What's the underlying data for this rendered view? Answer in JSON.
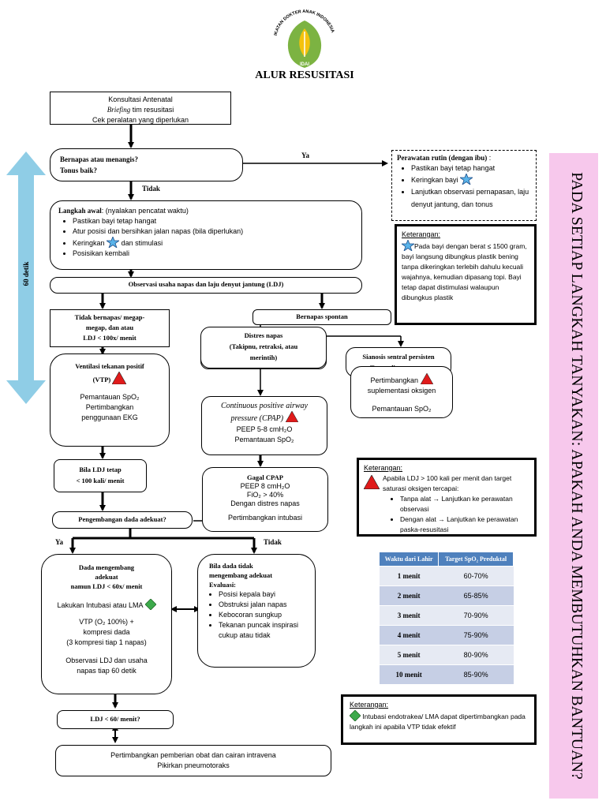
{
  "header": {
    "logo_text": "IKATAN DOKTER ANAK INDONESIA",
    "logo_abbr": "IDAI",
    "title": "ALUR RESUSITASI"
  },
  "side_arrow_label": "60 detik",
  "right_banner": "PADA SETIAP LANGKAH TANYAKAN: APAKAH ANDA MEMBUTUHKAN BANTUAN?",
  "boxes": {
    "antenatal": {
      "line1": "Konsultasi Antenatal",
      "line2_italic": "Briefing",
      "line2_rest": " tim resusitasi",
      "line3": "Cek peralatan yang diperlukan"
    },
    "bernapas": {
      "line1": "Bernapas atau menangis?",
      "line2": "Tonus baik?"
    },
    "ya_label": "Ya",
    "tidak_label": "Tidak",
    "rutin": {
      "title": "Perawatan rutin (dengan ibu)",
      "title_suffix": " :",
      "items": [
        "Pastikan bayi tetap hangat",
        "Keringkan bayi",
        "Lanjutkan observasi pernapasan, laju denyut jantung, dan tonus"
      ]
    },
    "awal": {
      "title": "Langkah awal",
      "title_suffix": ": (nyalakan pencatat waktu)",
      "items": [
        "Pastikan bayi tetap hangat",
        "Atur posisi dan bersihkan jalan napas (bila diperlukan)",
        "Keringkan",
        "dan stimulasi",
        "Posisikan kembali"
      ]
    },
    "observasi": "Observasi usaha napas dan laju denyut jantung (LDJ)",
    "tidak_bernapas": {
      "line1": "Tidak bernapas/ megap-",
      "line2": "megap, dan atau",
      "line3": "LDJ < 100x/ menit"
    },
    "bernapas_spontan": "Bernapas spontan",
    "distres": {
      "line1": "Distres napas",
      "line2": "(Takipnu, retraksi, atau",
      "line3": "merintih)"
    },
    "sianosis": {
      "line1": "Sianosis sentral persisten",
      "line2": "Tanpa distres napas"
    },
    "vtp": {
      "title": "Ventilasi tekanan positif",
      "abbr": "(VTP)",
      "line1": "Pemantauan SpO₂",
      "line2": "Pertimbangkan",
      "line3": "penggunaan EKG"
    },
    "cpap": {
      "line1": "Continuous positive airway",
      "line2": "pressure",
      "line2b": "(CPAP)",
      "line3": "PEEP 5-8 cmH₂O",
      "line4": "Pemantauan SpO₂"
    },
    "suplementasi": {
      "line1": "Pertimbangkan",
      "line2": "suplementasi oksigen",
      "line3": "Pemantauan SpO₂"
    },
    "bila_ldj": {
      "line1": "Bila LDJ tetap",
      "line2": "< 100 kali/ menit"
    },
    "gagal_cpap": {
      "line1": "Gagal CPAP",
      "line2": "PEEP 8 cmH₂O",
      "line3": "FiO₂ > 40%",
      "line4": "Dengan distres napas",
      "line5": "Pertimbangkan intubasi"
    },
    "pengembangan": "Pengembangan dada adekuat?",
    "ya2_label": "Ya",
    "tidak2_label": "Tidak",
    "dada_mengembang": {
      "line1": "Dada mengembang",
      "line2": "adekuat",
      "line3": "namun LDJ < 60x/ menit",
      "line4": "Lakukan Intubasi atau LMA",
      "line5": "VTP (O₂ 100%) +",
      "line6": "kompresi dada",
      "line7": "(3 kompresi tiap 1 napas)",
      "line8": "Observasi LDJ dan usaha",
      "line9": "napas tiap 60 detik"
    },
    "dada_tidak": {
      "line1": "Bila dada tidak",
      "line2": "mengembang adekuat",
      "line3": "Evaluasi:",
      "items": [
        "Posisi kepala bayi",
        "Obstruksi jalan napas",
        "Kebocoran sungkup",
        "Tekanan puncak inspirasi cukup atau tidak"
      ]
    },
    "ldj_60": "LDJ < 60/ menit?",
    "obat": {
      "line1": "Pertimbangkan pemberian obat dan cairan intravena",
      "line2": "Pikirkan pneumotoraks"
    }
  },
  "notes": {
    "keterangan1": {
      "title": "Keterangan:",
      "text": "Pada bayi dengan berat ≤ 1500 gram, bayi langsung dibungkus plastik bening tanpa dikeringkan terlebih dahulu kecuali wajahnya, kemudian dipasang topi. Bayi tetap dapat distimulasi walaupun dibungkus plastik"
    },
    "keterangan2": {
      "title": "Keterangan:",
      "text": "Apabila LDJ > 100 kali per menit dan target saturasi oksigen tercapai:",
      "items": [
        "Tanpa alat → Lanjutkan ke perawatan observasi",
        "Dengan alat → Lanjutkan ke perawatan paska-resusitasi"
      ]
    },
    "keterangan3": {
      "title": "Keterangan:",
      "text": "Intubasi endotrakea/ LMA dapat dipertimbangkan pada langkah ini apabila VTP tidak efektif"
    }
  },
  "spo2_table": {
    "headers": [
      "Waktu dari Lahir",
      "Target SpO₂ Preduktal"
    ],
    "rows": [
      [
        "1 menit",
        "60-70%"
      ],
      [
        "2 menit",
        "65-85%"
      ],
      [
        "3 menit",
        "70-90%"
      ],
      [
        "4 menit",
        "75-90%"
      ],
      [
        "5 menit",
        "80-90%"
      ],
      [
        "10 menit",
        "85-90%"
      ]
    ]
  },
  "colors": {
    "banner_bg": "#f7c8ec",
    "side_arrow": "#8fcde6",
    "table_header": "#4f81bd",
    "table_row_dark": "#c6cfe5",
    "table_row_light": "#e6eaf3",
    "triangle_red": "#e01b1b",
    "diamond_green": "#3daa4b",
    "star_blue": "#5ab4ea",
    "logo_green": "#7cb342",
    "logo_yellow": "#f4c20d"
  }
}
